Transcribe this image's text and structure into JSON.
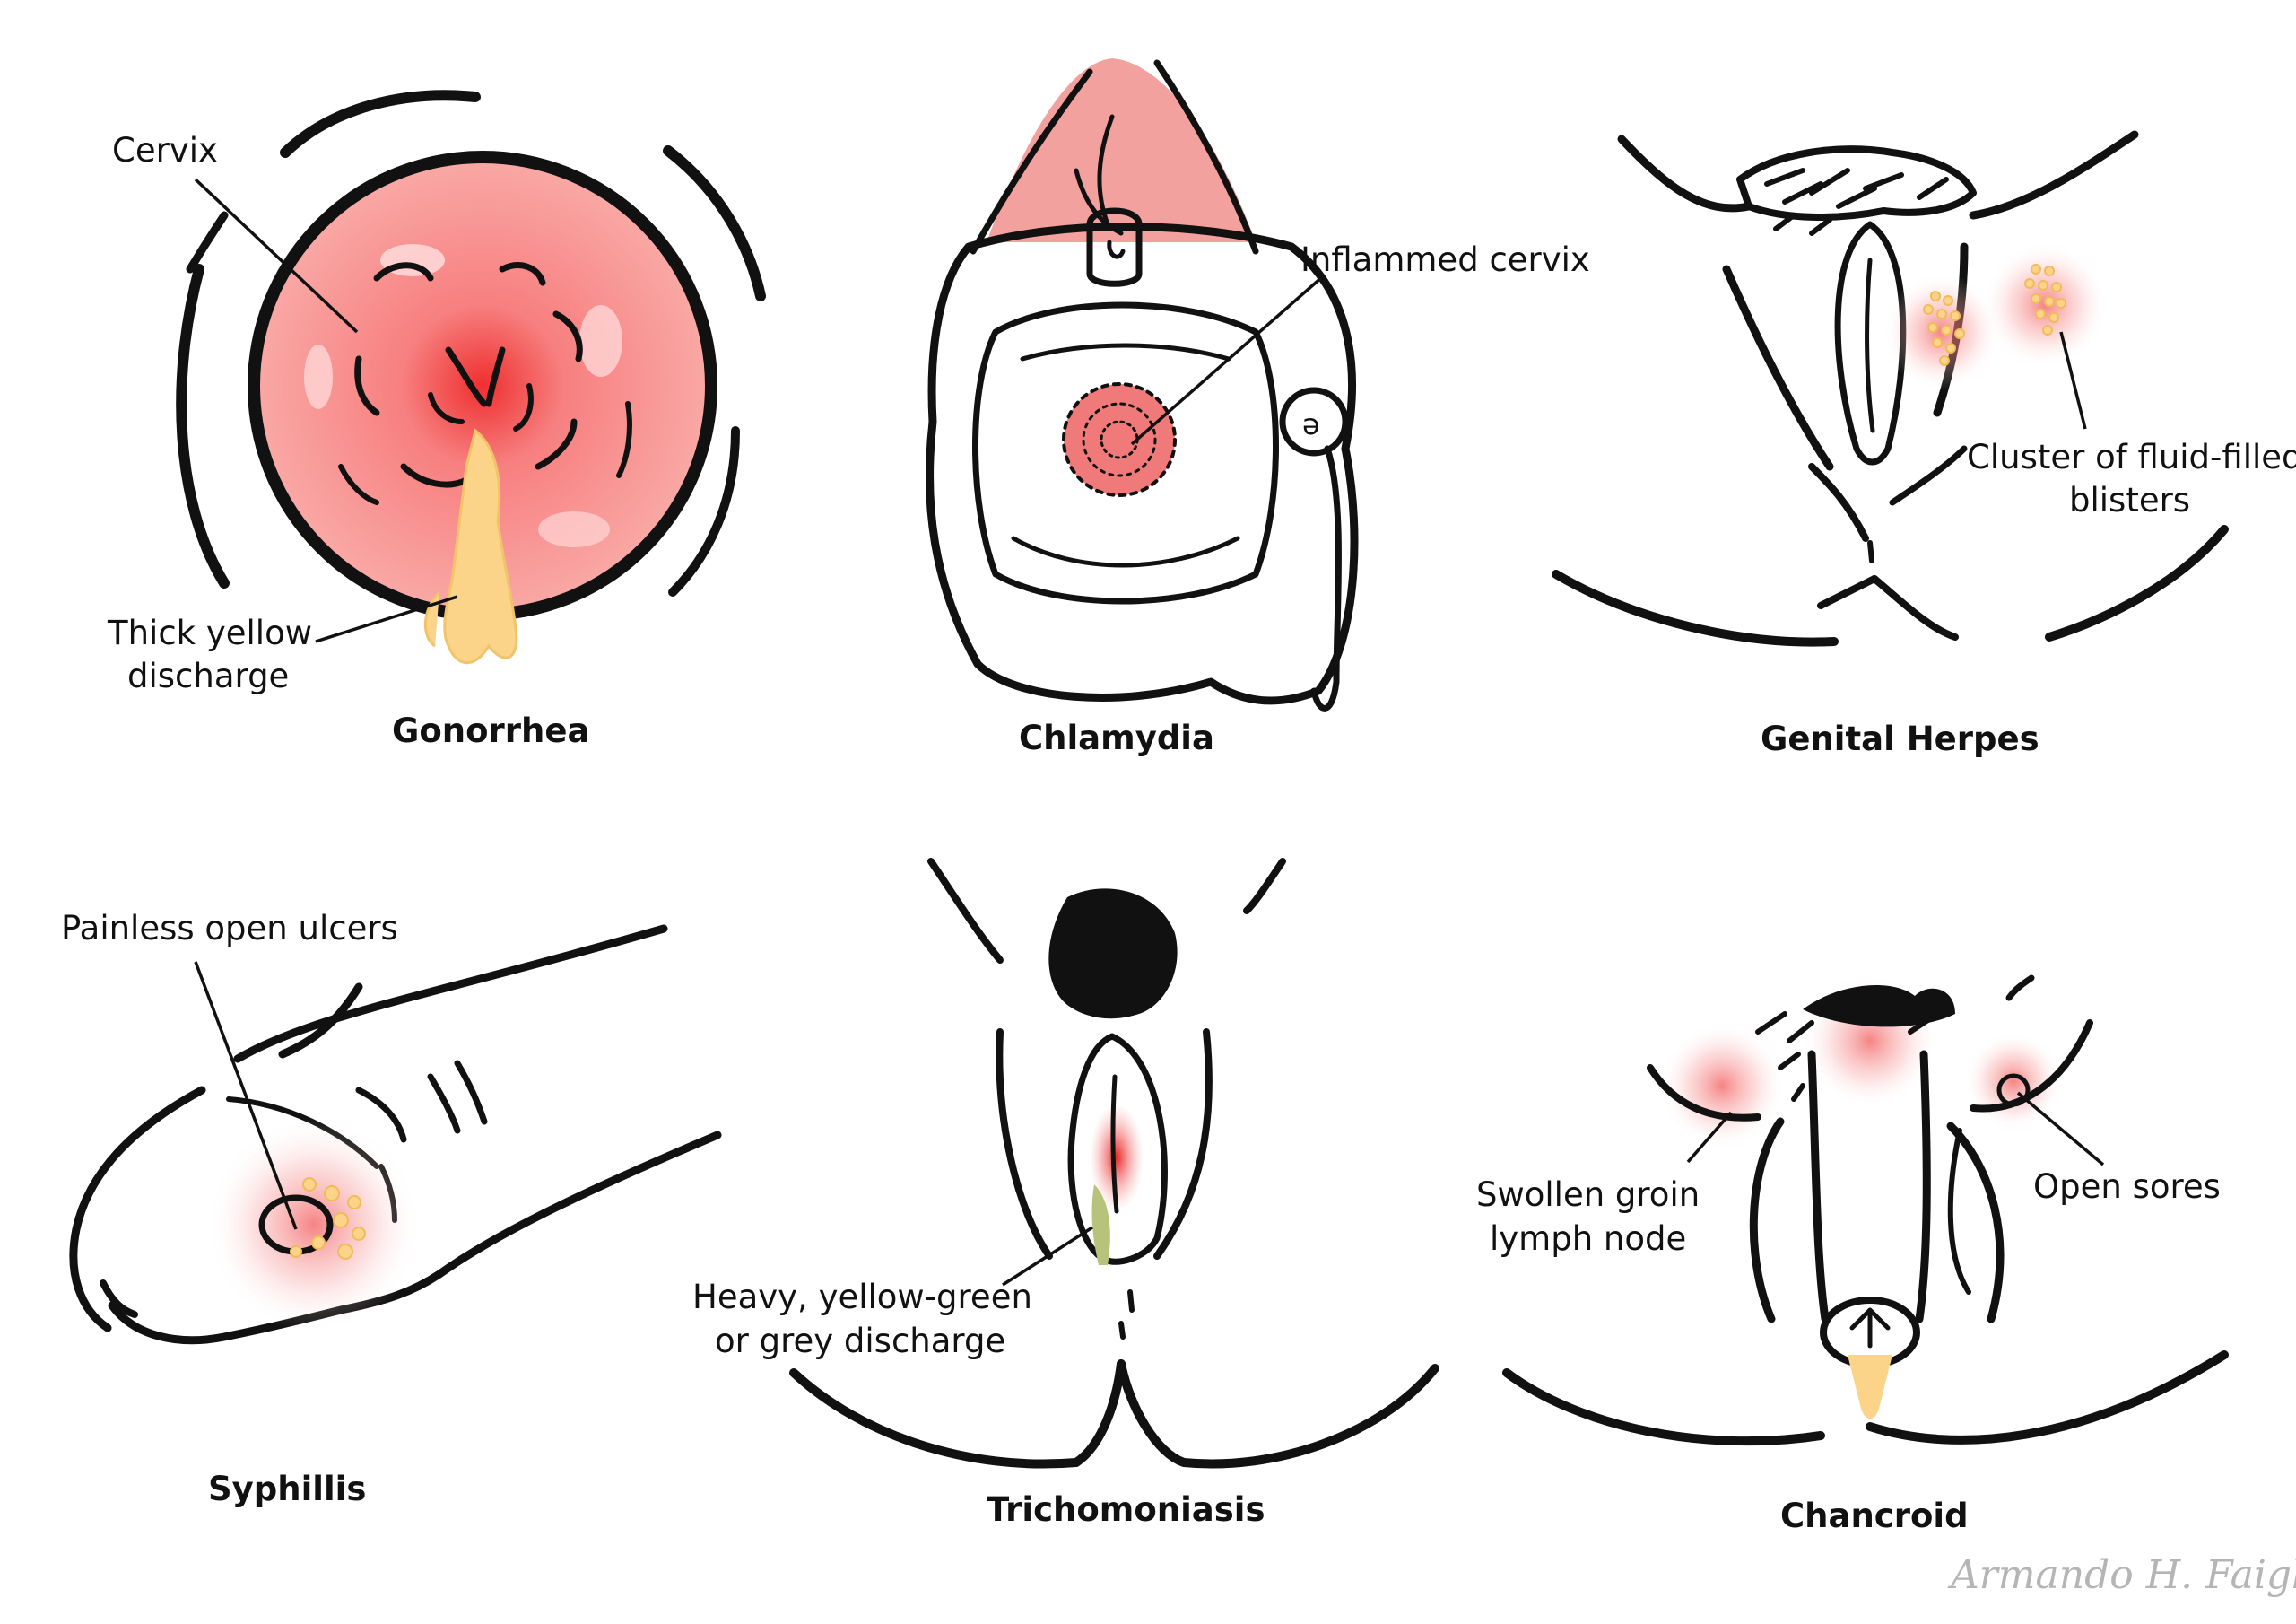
{
  "colors": {
    "ink": "#111111",
    "tissue": "#f7a3a3",
    "inflamed": "#ef3b3b",
    "discharge_yellow": "#fbd48a",
    "discharge_green": "#b7c27a",
    "speculum": "#a9a9a9",
    "signature": "#b5b5b5"
  },
  "panels": [
    {
      "id": "gonorrhea",
      "title": "Gonorrhea",
      "labels": {
        "cervix": "Cervix",
        "discharge": [
          "Thick yellow",
          "discharge"
        ]
      }
    },
    {
      "id": "chlamydia",
      "title": "Chlamydia",
      "labels": {
        "inflamed_cervix": "Inflammed cervix"
      }
    },
    {
      "id": "genital-herpes",
      "title": "Genital Herpes",
      "labels": {
        "blisters": [
          "Cluster of fluid-filled",
          "blisters"
        ]
      }
    },
    {
      "id": "syphillis",
      "title": "Syphillis",
      "labels": {
        "ulcers": "Painless open ulcers"
      }
    },
    {
      "id": "trichomoniasis",
      "title": "Trichomoniasis",
      "labels": {
        "discharge": [
          "Heavy, yellow-green",
          "or grey discharge"
        ]
      }
    },
    {
      "id": "chancroid",
      "title": "Chancroid",
      "labels": {
        "lymph_node": [
          "Swollen groin",
          "lymph node"
        ],
        "open_sores": "Open sores"
      }
    }
  ],
  "signature": "Armando H. Faigl"
}
